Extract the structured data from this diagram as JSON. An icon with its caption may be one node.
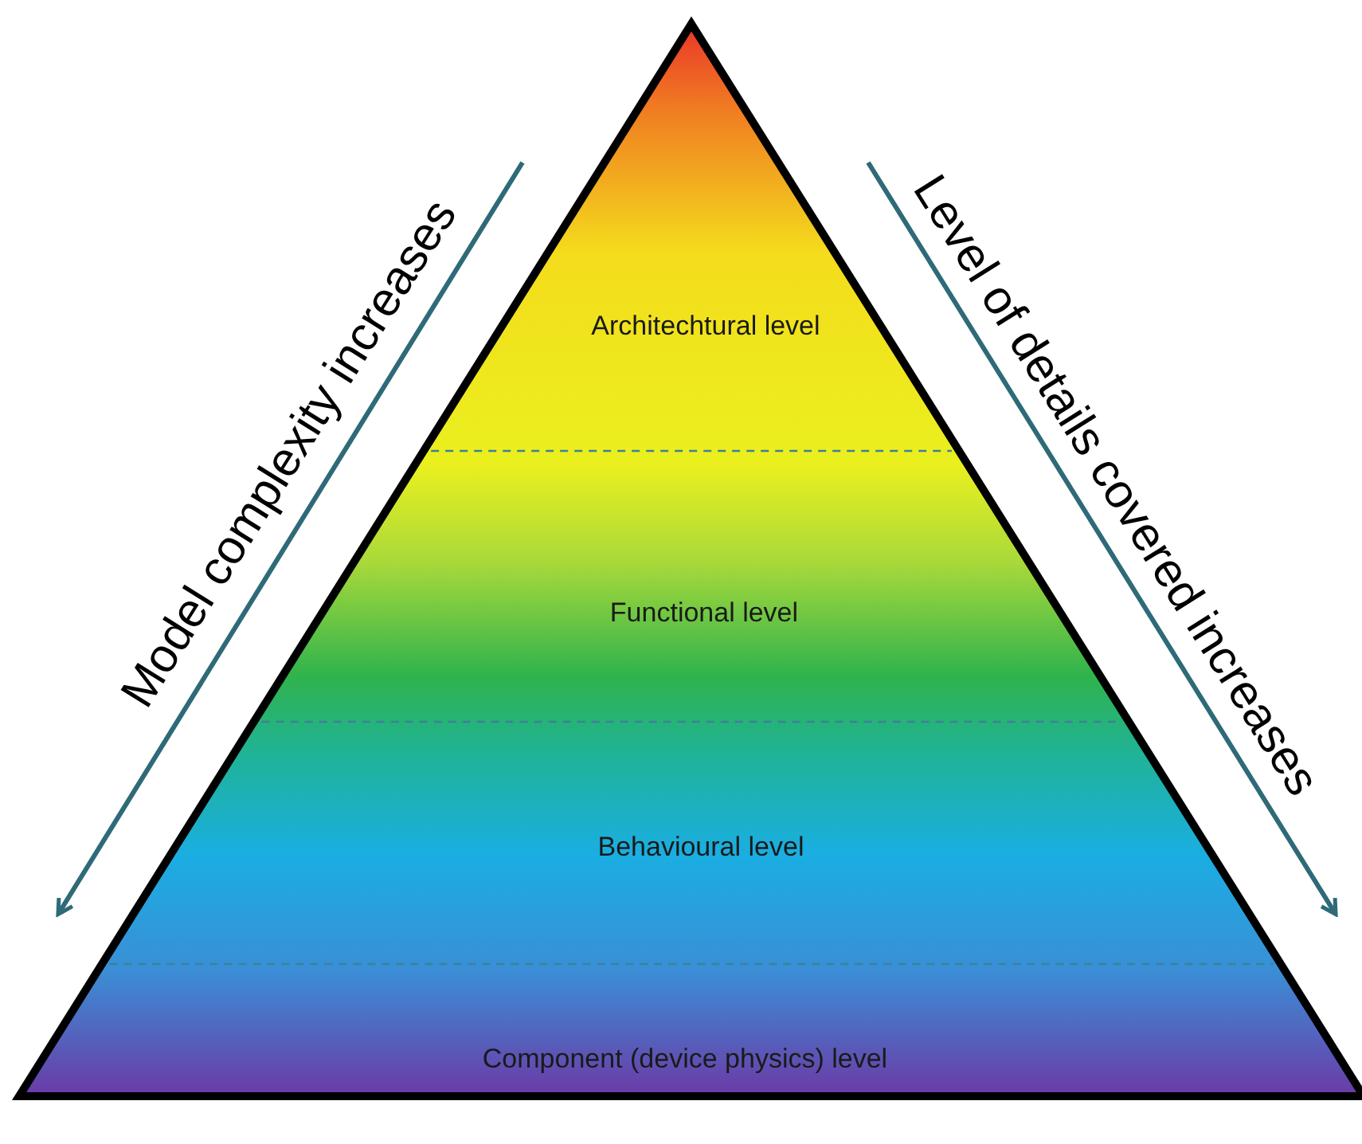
{
  "diagram": {
    "nodes": [
      {
        "text": [
          "Architechtural level"
        ]
      },
      {
        "text": [
          "Functional level"
        ]
      },
      {
        "text": [
          "Behavioural level"
        ]
      },
      {
        "text": [
          "Component (device physics) level"
        ]
      }
    ],
    "edges": [],
    "labels": [
      "Model complexity increases",
      "Level of details covered increases"
    ]
  }
}
